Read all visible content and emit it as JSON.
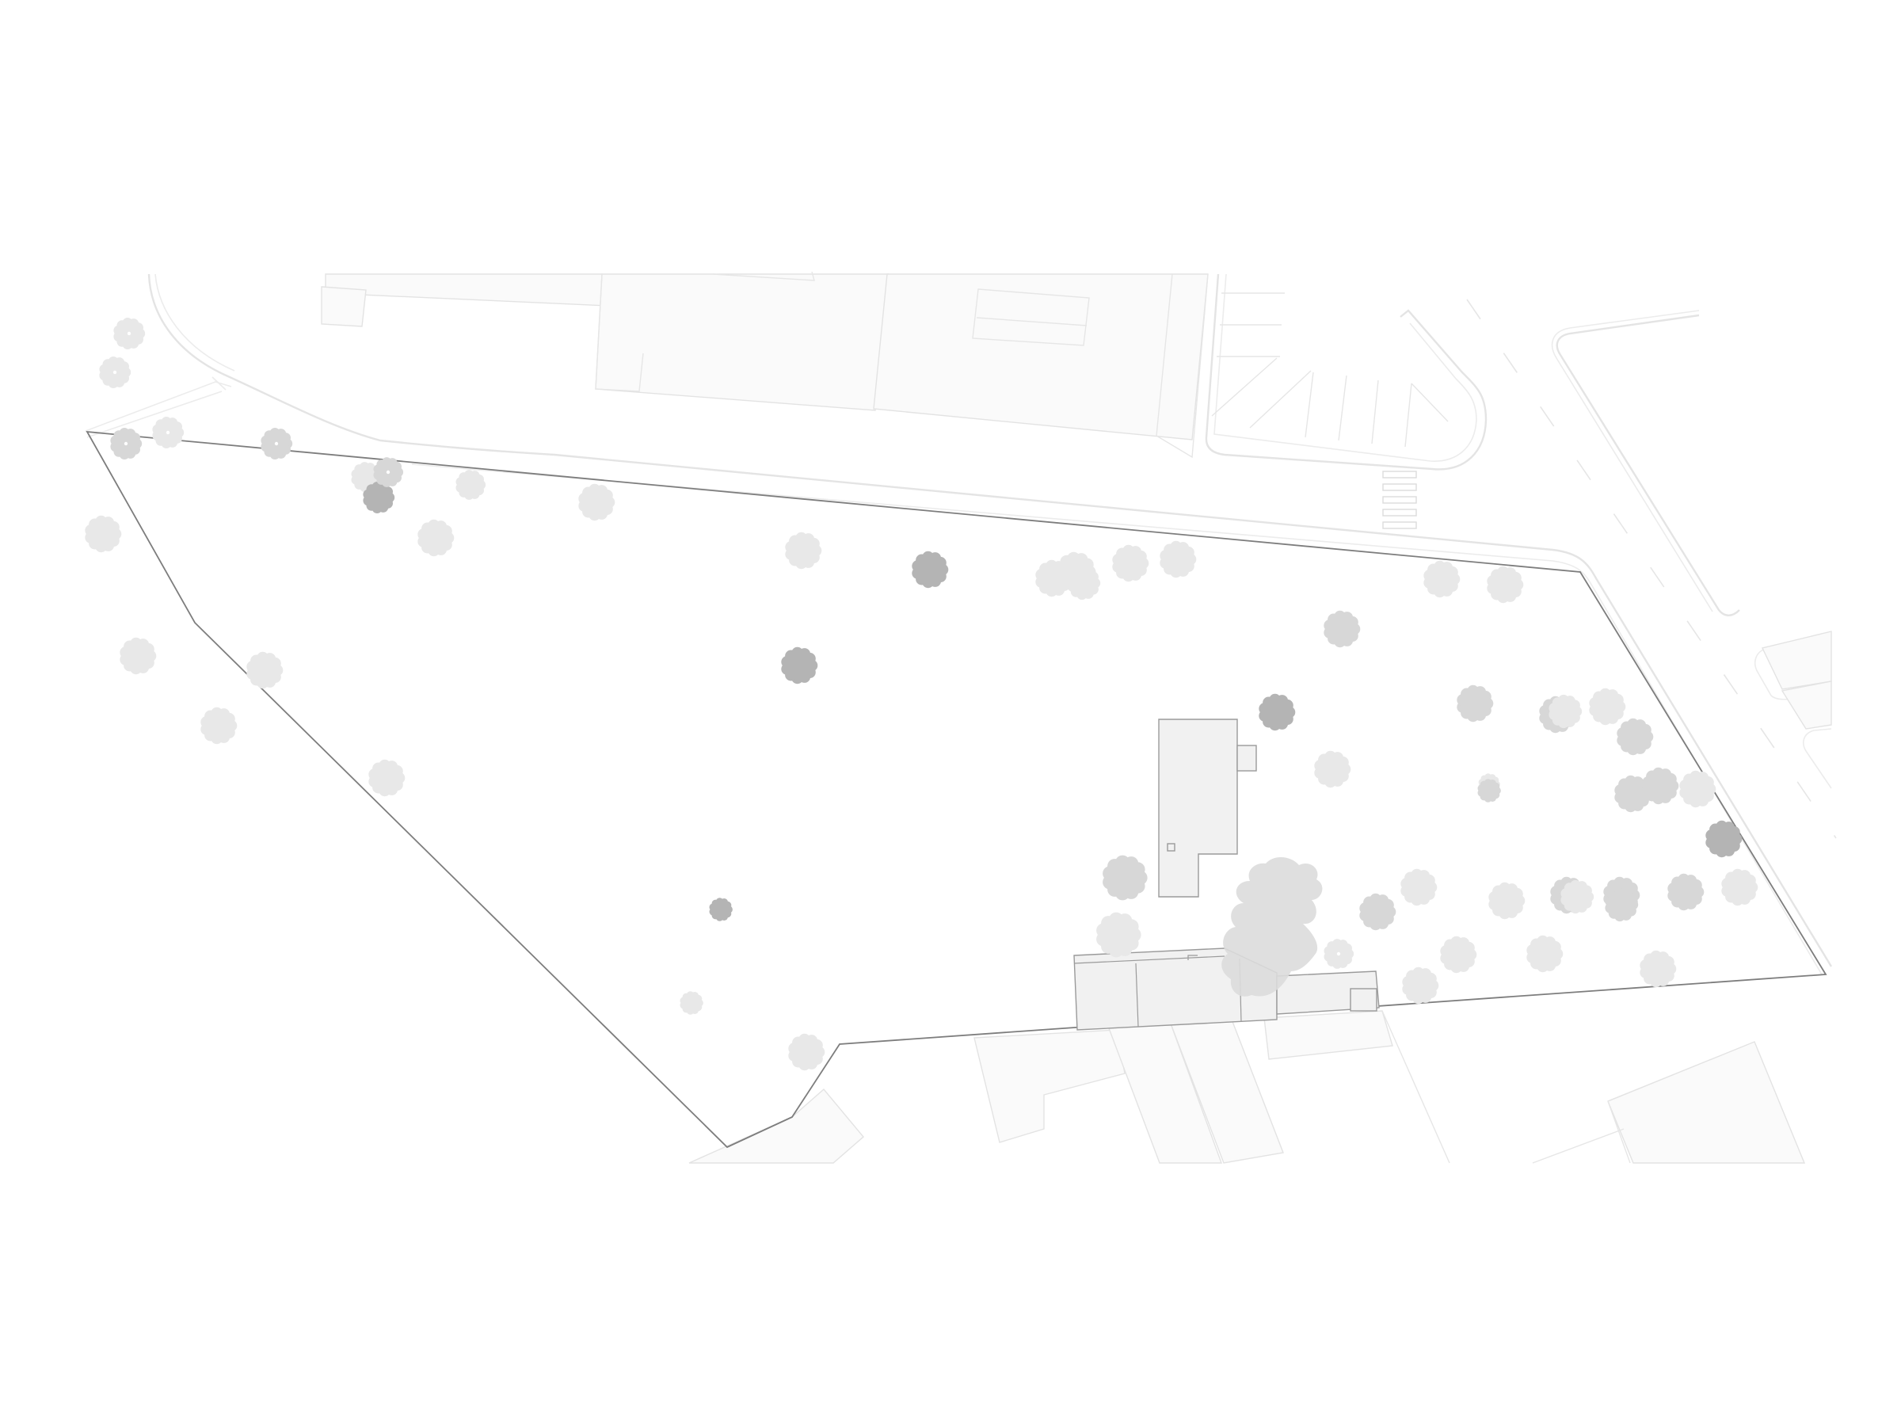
{
  "map": {
    "style": "site plan, grayscale line drawing",
    "colors": {
      "background": "#ffffff",
      "context_fill": "#fafafa",
      "context_stroke": "#e3e3e3",
      "parcel_outline": "#7d7d7d",
      "building_fill": "#f1f1f1",
      "tree_light": "#e8e8e8",
      "tree_medium": "#d7d7d7",
      "tree_dark": "#b4b4b4"
    },
    "tree_shades": [
      "light",
      "medium",
      "dark"
    ],
    "tree_counts": {
      "light": 44,
      "medium": 20,
      "dark": 8
    }
  }
}
